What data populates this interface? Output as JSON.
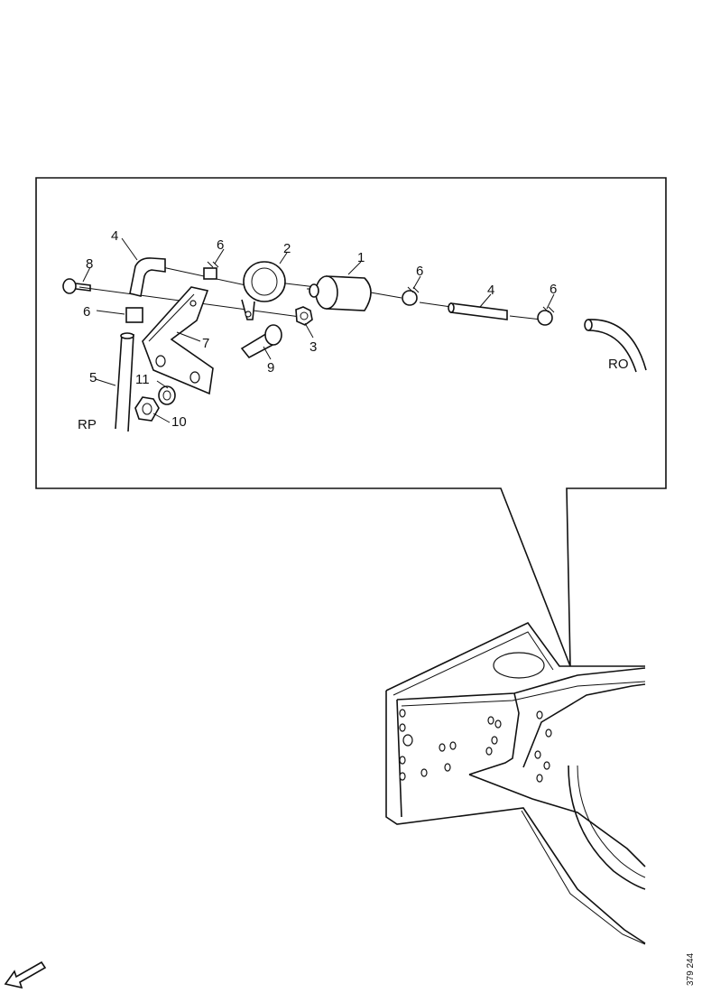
{
  "diagram": {
    "callouts": {
      "c1": "1",
      "c2": "2",
      "c3": "3",
      "c4a": "4",
      "c4b": "4",
      "c5": "5",
      "c6a": "6",
      "c6b": "6",
      "c6c": "6",
      "c6d": "6",
      "c7": "7",
      "c8": "8",
      "c9": "9",
      "c10": "10",
      "c11": "11"
    },
    "labels": {
      "rp": "RP",
      "ro": "RO"
    },
    "figure_number": "379 244"
  },
  "icons": {
    "orientation_arrow": "arrow-icon"
  }
}
